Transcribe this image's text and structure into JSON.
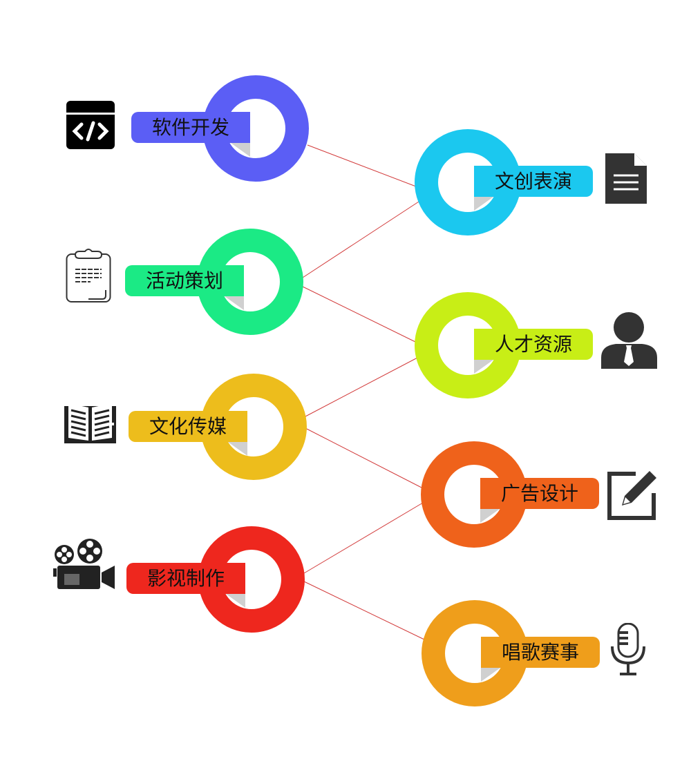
{
  "nodes": [
    {
      "label": "软件开发",
      "color": "#5b5ef5",
      "icon": "code-window-icon"
    },
    {
      "label": "活动策划",
      "color": "#1bea85",
      "icon": "clipboard-icon"
    },
    {
      "label": "文化传媒",
      "color": "#edbd1c",
      "icon": "book-icon"
    },
    {
      "label": "影视制作",
      "color": "#ee271e",
      "icon": "movie-camera-icon"
    },
    {
      "label": "文创表演",
      "color": "#1bc8ef",
      "icon": "document-icon"
    },
    {
      "label": "人才资源",
      "color": "#c8ee16",
      "icon": "person-icon"
    },
    {
      "label": "广告设计",
      "color": "#ef621b",
      "icon": "edit-icon"
    },
    {
      "label": "唱歌赛事",
      "color": "#ef9e1b",
      "icon": "microphone-icon"
    }
  ],
  "connector_color": "#d23a3a"
}
